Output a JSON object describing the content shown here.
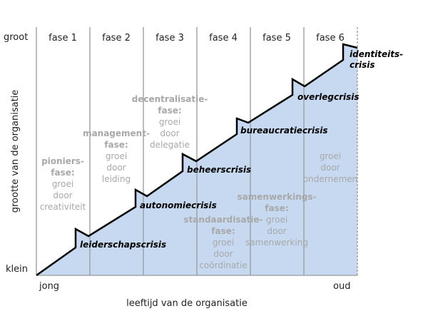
{
  "axes": {
    "y_label": "grootte van de organisatie",
    "x_label": "leeftijd van de organisatie",
    "y_top": "groot",
    "y_bottom": "klein",
    "x_left": "jong",
    "x_right": "oud"
  },
  "phases": [
    "fase 1",
    "fase 2",
    "fase 3",
    "fase 4",
    "fase 5",
    "fase 6"
  ],
  "crises": [
    "leiderschapscrisis",
    "autonomiecrisis",
    "beheerscrisis",
    "bureaucratiecrisis",
    "overlegcrisis",
    "identiteits-",
    "crisis"
  ],
  "phase_descriptions": [
    {
      "title": [
        "pioniers-",
        "fase:"
      ],
      "text": [
        "groei",
        "door",
        "creativiteit"
      ]
    },
    {
      "title": [
        "management-",
        "fase:"
      ],
      "text": [
        "groei",
        "door",
        "leiding"
      ]
    },
    {
      "title": [
        "decentralisatie-",
        "fase:"
      ],
      "text": [
        "groei",
        "door",
        "delegatie"
      ]
    },
    {
      "title": [
        "standaardisatie-",
        "fase:"
      ],
      "text": [
        "groei",
        "door",
        "coördinatie"
      ]
    },
    {
      "title": [
        "samenwerkings-",
        "fase:"
      ],
      "text": [
        "groei",
        "door",
        "samenwerking"
      ]
    },
    {
      "title": [],
      "text": [
        "groei",
        "door",
        "ondernemen"
      ]
    }
  ],
  "colors": {
    "fill": "#c6d9f0",
    "grid": "#999999",
    "label_gray": "#a8a8a8"
  }
}
